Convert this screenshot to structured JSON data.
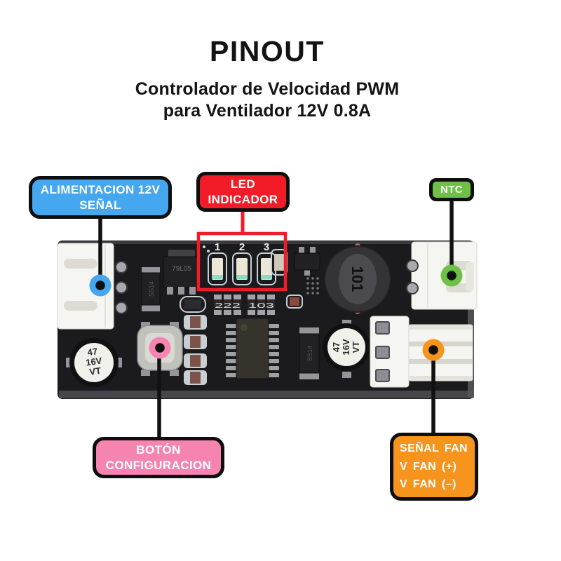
{
  "header": {
    "title": "PINOUT",
    "subtitle_line1": "Controlador de Velocidad PWM",
    "subtitle_line2": "para Ventilador 12V 0.8A"
  },
  "callouts": {
    "power": {
      "line1": "ALIMENTACION 12V",
      "line2": "SEÑAL"
    },
    "led_indicator": {
      "line1": "LED",
      "line2": "INDICADOR"
    },
    "ntc": {
      "label": "NTC"
    },
    "config_button": {
      "line1": "BOTÓN",
      "line2": "CONFIGURACION"
    },
    "fan": {
      "line1": "SEÑAL FAN",
      "line2": "V FAN (+)",
      "line3": "V FAN (–)"
    }
  },
  "board": {
    "led_numbers": [
      "1",
      "2",
      "3"
    ],
    "capacitor_lines": [
      "47",
      "16V",
      "VT"
    ],
    "inductor_label": "101",
    "regulator_label": "79L05",
    "diode_label": "SS14",
    "resistor_network_1": "222",
    "resistor_network_2": "103"
  },
  "colors": {
    "blue": "#45A7F0",
    "red": "#F21C28",
    "green": "#6EC046",
    "pink": "#F584B0",
    "orange": "#F7941D",
    "ink": "#111111",
    "board": "#1B1B1E"
  }
}
